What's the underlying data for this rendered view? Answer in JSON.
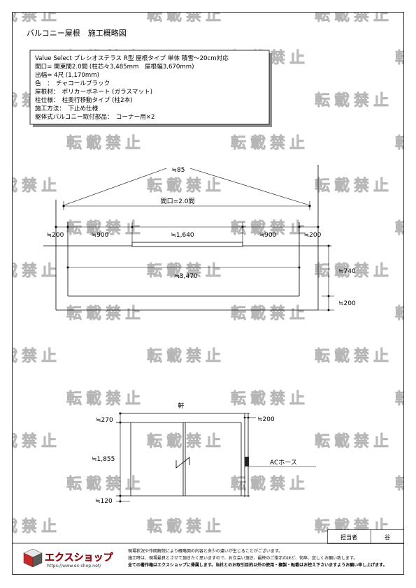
{
  "title": "バルコニー屋根　施工概略図",
  "watermark": "転載禁止",
  "spec_box": {
    "lines": [
      "Value Select プレシオステラス R型 屋根タイプ 単体 積雪～20cm対応",
      "間口= 関東間2.0間 (柱芯々3,485mm　屋根幅3,670mm)",
      "出幅= 4尺 (1,170mm)",
      "色　：　チャコールブラック",
      "屋根材：　ポリカーボネート (ガラスマット)",
      "柱仕様：　柱奥行移動タイプ (柱2本)",
      "施工方法：　下止め仕様",
      "躯体式バルコニー取付部品：　コーナー用×2"
    ]
  },
  "plan_view": {
    "slope_label": "≒85",
    "frontage_label": "間口=2.0間",
    "width_dims": [
      "≒200",
      "≒900",
      "≒1,640",
      "≒900",
      "≒200"
    ],
    "inner_width_label": "≒3,470",
    "depth_dims": [
      "≒740",
      "≒200"
    ]
  },
  "elevation_view": {
    "eaves_label": "軒",
    "height_dims": [
      "≒270",
      "≒1,855",
      "≒120"
    ],
    "post_offset_label": "≒200",
    "hose_label": "ACホース"
  },
  "approval": {
    "person_in_charge_label": "担当者",
    "person_in_charge_name": "谷"
  },
  "footer": {
    "logo_icon": "box-icon",
    "brand": "エクスショップ",
    "url": "https://www.ex-shop.net/",
    "notes": [
      "現場状況や作図解説により概略図の内容と多少の違いが生じることがございます。",
      "施工時は、現場最良とさせて頂きたく思いますので、お立会い頂き、最終のご指示のほど、何卒、宜しくお願い致します。",
      "全ての著作権はエクスショップに帰属します。当社とのお取引目的以外の使用・複製・転載はお控え下さいますようお願い申し上げます。"
    ]
  },
  "colors": {
    "brand_red": "#d7192a"
  }
}
